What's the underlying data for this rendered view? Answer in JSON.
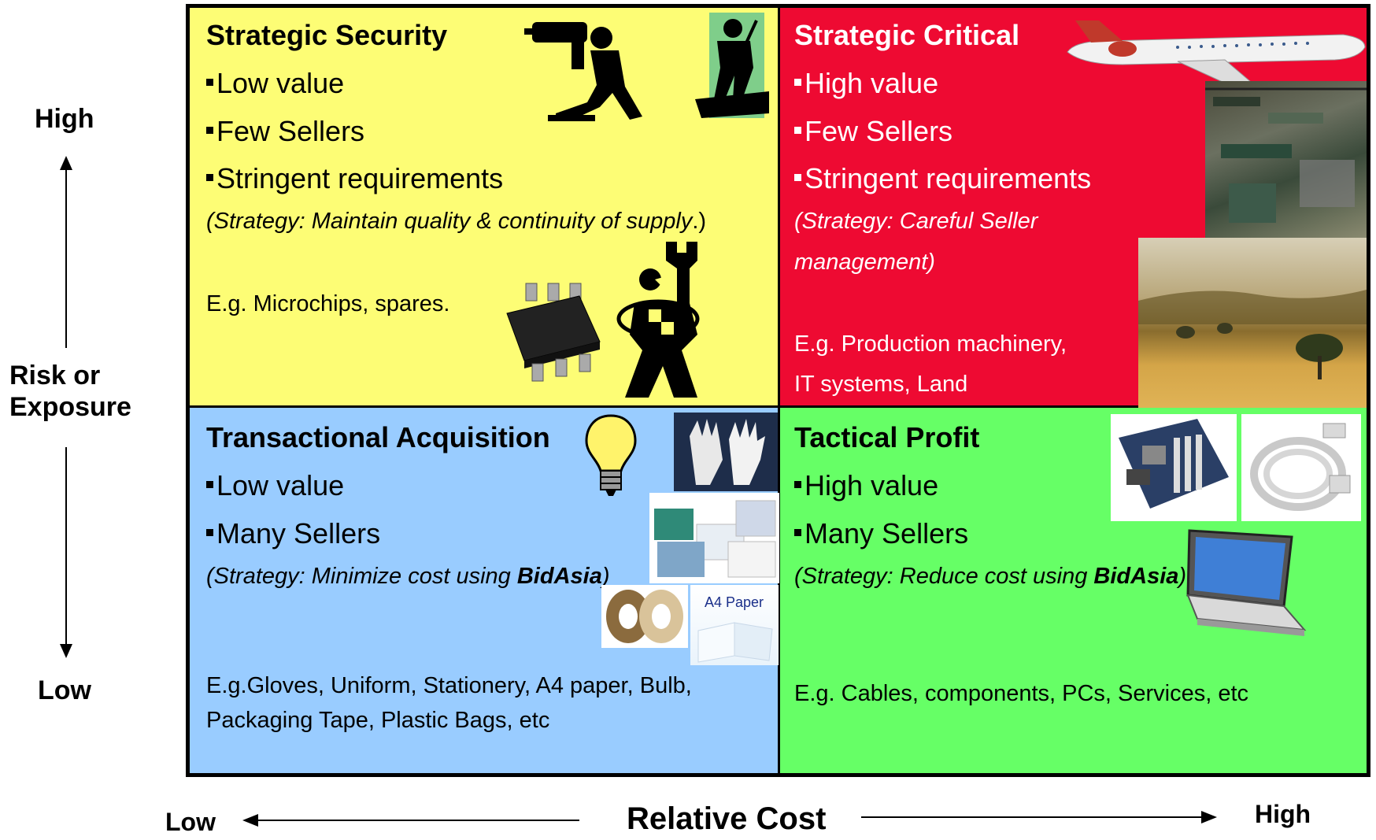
{
  "y_axis": {
    "high": "High",
    "title_line1": "Risk or",
    "title_line2": "Exposure",
    "low": "Low"
  },
  "x_axis": {
    "low": "Low",
    "title": "Relative Cost",
    "high": "High"
  },
  "quadrants": {
    "strategic_security": {
      "title": "Strategic Security",
      "bullets": [
        "Low value",
        "Few Sellers",
        "Stringent requirements"
      ],
      "strategy_text": "(Strategy: Maintain quality & continuity of supply",
      "strategy_close": ".)",
      "example": "E.g. Microchips, spares.",
      "color": "#fdfd75"
    },
    "strategic_critical": {
      "title": "Strategic Critical",
      "bullets": [
        "High value",
        "Few Sellers",
        "Stringent requirements"
      ],
      "strategy_line1": "(Strategy: Careful Seller",
      "strategy_line2": "management)",
      "example_line1": "E.g. Production machinery,",
      "example_line2": "IT systems, Land",
      "color": "#ee0a32"
    },
    "transactional_acquisition": {
      "title": "Transactional Acquisition",
      "bullets": [
        "Low value",
        "Many Sellers"
      ],
      "strategy_prefix": "(Strategy: Minimize cost using ",
      "strategy_bold": "BidAsia",
      "strategy_suffix": ")",
      "example_line1": "E.g.Gloves, Uniform, Stationery, A4 paper, Bulb,",
      "example_line2": "Packaging Tape, Plastic Bags, etc",
      "paper_label": "A4 Paper",
      "color": "#99ccff"
    },
    "tactical_profit": {
      "title": "Tactical Profit",
      "bullets": [
        "High value",
        "Many Sellers"
      ],
      "strategy_prefix": "(Strategy: Reduce cost using ",
      "strategy_bold": "BidAsia",
      "strategy_suffix": ")",
      "example": "E.g. Cables, components, PCs, Services, etc",
      "color": "#66ff66"
    }
  },
  "icons": [
    "drill-worker-icon",
    "sweeper-icon",
    "microchip-icon",
    "wrench-figure-icon",
    "airplane-icon",
    "factory-photo",
    "landscape-photo",
    "lightbulb-icon",
    "gloves-photo",
    "uniforms-photo",
    "tape-photo",
    "paper-photo",
    "motherboard-photo",
    "cable-photo",
    "laptop-icon"
  ]
}
